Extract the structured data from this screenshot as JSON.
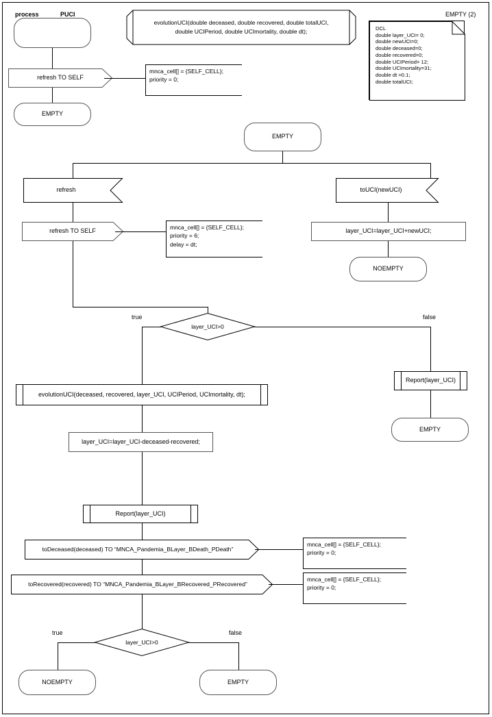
{
  "page": {
    "header_left_keyword": "process",
    "header_left_name": "PUCI",
    "header_right": "EMPTY (2)"
  },
  "procedure_declaration": {
    "line1": "evolutionUCI(double deceased, double recovered, double totalUCI,",
    "line2": "double UCIPeriod, double UCImortality, double dt);"
  },
  "dcl_note": {
    "title": "DCL",
    "lines": [
      "double layer_UCI= 0;",
      "double newUCI=0;",
      "double deceased=0;",
      "double recovered=0;",
      "double UCIPeriod= 12;",
      "double UCImortality=31;",
      "double dt =0.1;",
      "double totalUCI;"
    ]
  },
  "start_branch": {
    "start_state": "",
    "output": "refresh TO SELF",
    "output_comment": [
      "mnca_cell[] = {SELF_CELL};",
      "priority = 0;"
    ],
    "next_state": "EMPTY"
  },
  "main": {
    "state_empty": "EMPTY",
    "left": {
      "input": "refresh",
      "output": "refresh TO SELF",
      "output_comment": [
        "mnca_cell[] = {SELF_CELL};",
        "priority = 6;",
        "delay = dt;"
      ]
    },
    "right": {
      "input": "toUCI(newUCI)",
      "task": "layer_UCI=layer_UCI+newUCI;",
      "state": "NOEMPTY"
    }
  },
  "decision1": {
    "condition": "layer_UCI>0",
    "true_label": "true",
    "false_label": "false"
  },
  "true_path": {
    "proc_call": "evolutionUCI(deceased, recovered, layer_UCI, UCIPeriod, UCImortality, dt);",
    "task": "layer_UCI=layer_UCI-deceased-recovered;",
    "report_call": "Report(layer_UCI)",
    "output_deceased": "toDeceased(deceased) TO “MNCA_Pandemia_BLayer_BDeath_PDeath”",
    "output_deceased_comment": [
      "mnca_cell[] = {SELF_CELL};",
      "priority = 0;"
    ],
    "output_recovered": "toRecovered(recovered) TO “MNCA_Pandemia_BLayer_BRecovered_PRecovered”",
    "output_recovered_comment": [
      "mnca_cell[] = {SELF_CELL};",
      "priority = 0;"
    ]
  },
  "false_path": {
    "report_call": "Report(layer_UCI)",
    "state": "EMPTY"
  },
  "decision2": {
    "condition": "layer_UCI>0",
    "true_label": "true",
    "false_label": "false",
    "true_state": "NOEMPTY",
    "false_state": "EMPTY"
  },
  "colors": {
    "stroke": "#000000",
    "soft_stroke": "#555555",
    "background": "#ffffff"
  }
}
